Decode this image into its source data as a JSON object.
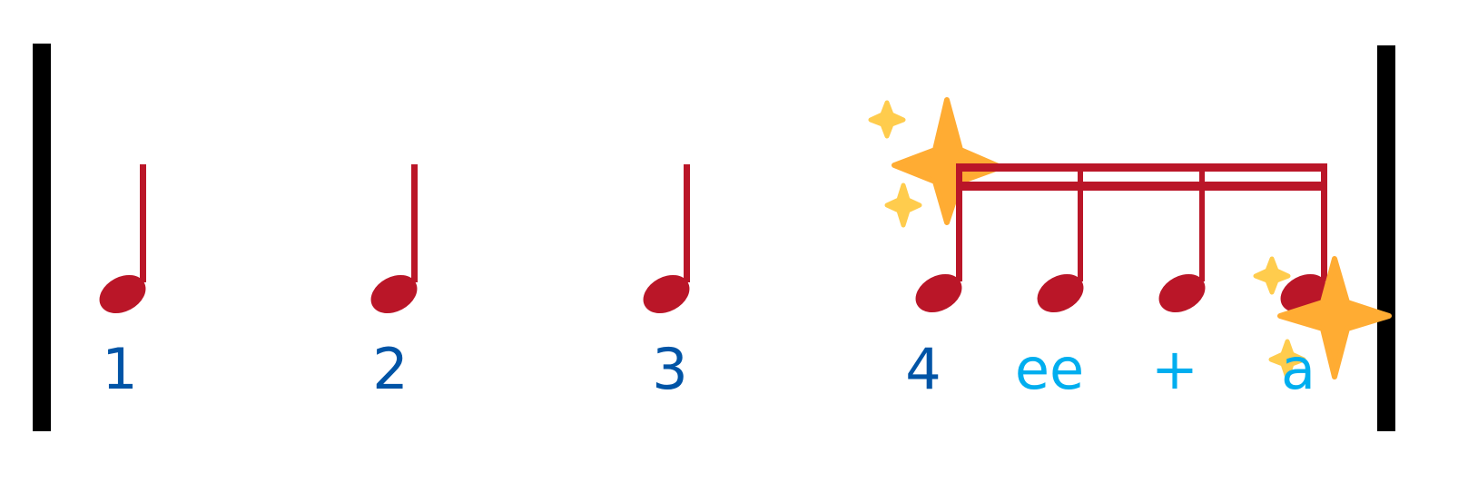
{
  "colors": {
    "note": "#BA1628",
    "barline": "#000000",
    "beat_label": "#0054A6",
    "subdivision_label": "#00AEEF",
    "sparkle_large": "#FFAC33",
    "sparkle_small": "#FFCC4D"
  },
  "measure": {
    "counts": [
      {
        "label": "1",
        "type": "beat"
      },
      {
        "label": "2",
        "type": "beat"
      },
      {
        "label": "3",
        "type": "beat"
      },
      {
        "label": "4",
        "type": "beat"
      },
      {
        "label": "ee",
        "type": "subdivision"
      },
      {
        "label": "+",
        "type": "subdivision"
      },
      {
        "label": "a",
        "type": "subdivision"
      }
    ],
    "notes": [
      {
        "duration": "quarter",
        "count": "1"
      },
      {
        "duration": "quarter",
        "count": "2"
      },
      {
        "duration": "quarter",
        "count": "3"
      },
      {
        "duration": "sixteenth-group",
        "counts": [
          "4",
          "ee",
          "+",
          "a"
        ]
      }
    ]
  },
  "icons": [
    "barline-left",
    "barline-right",
    "quarter-note",
    "sixteenth-note-group",
    "sparkle-icon"
  ]
}
